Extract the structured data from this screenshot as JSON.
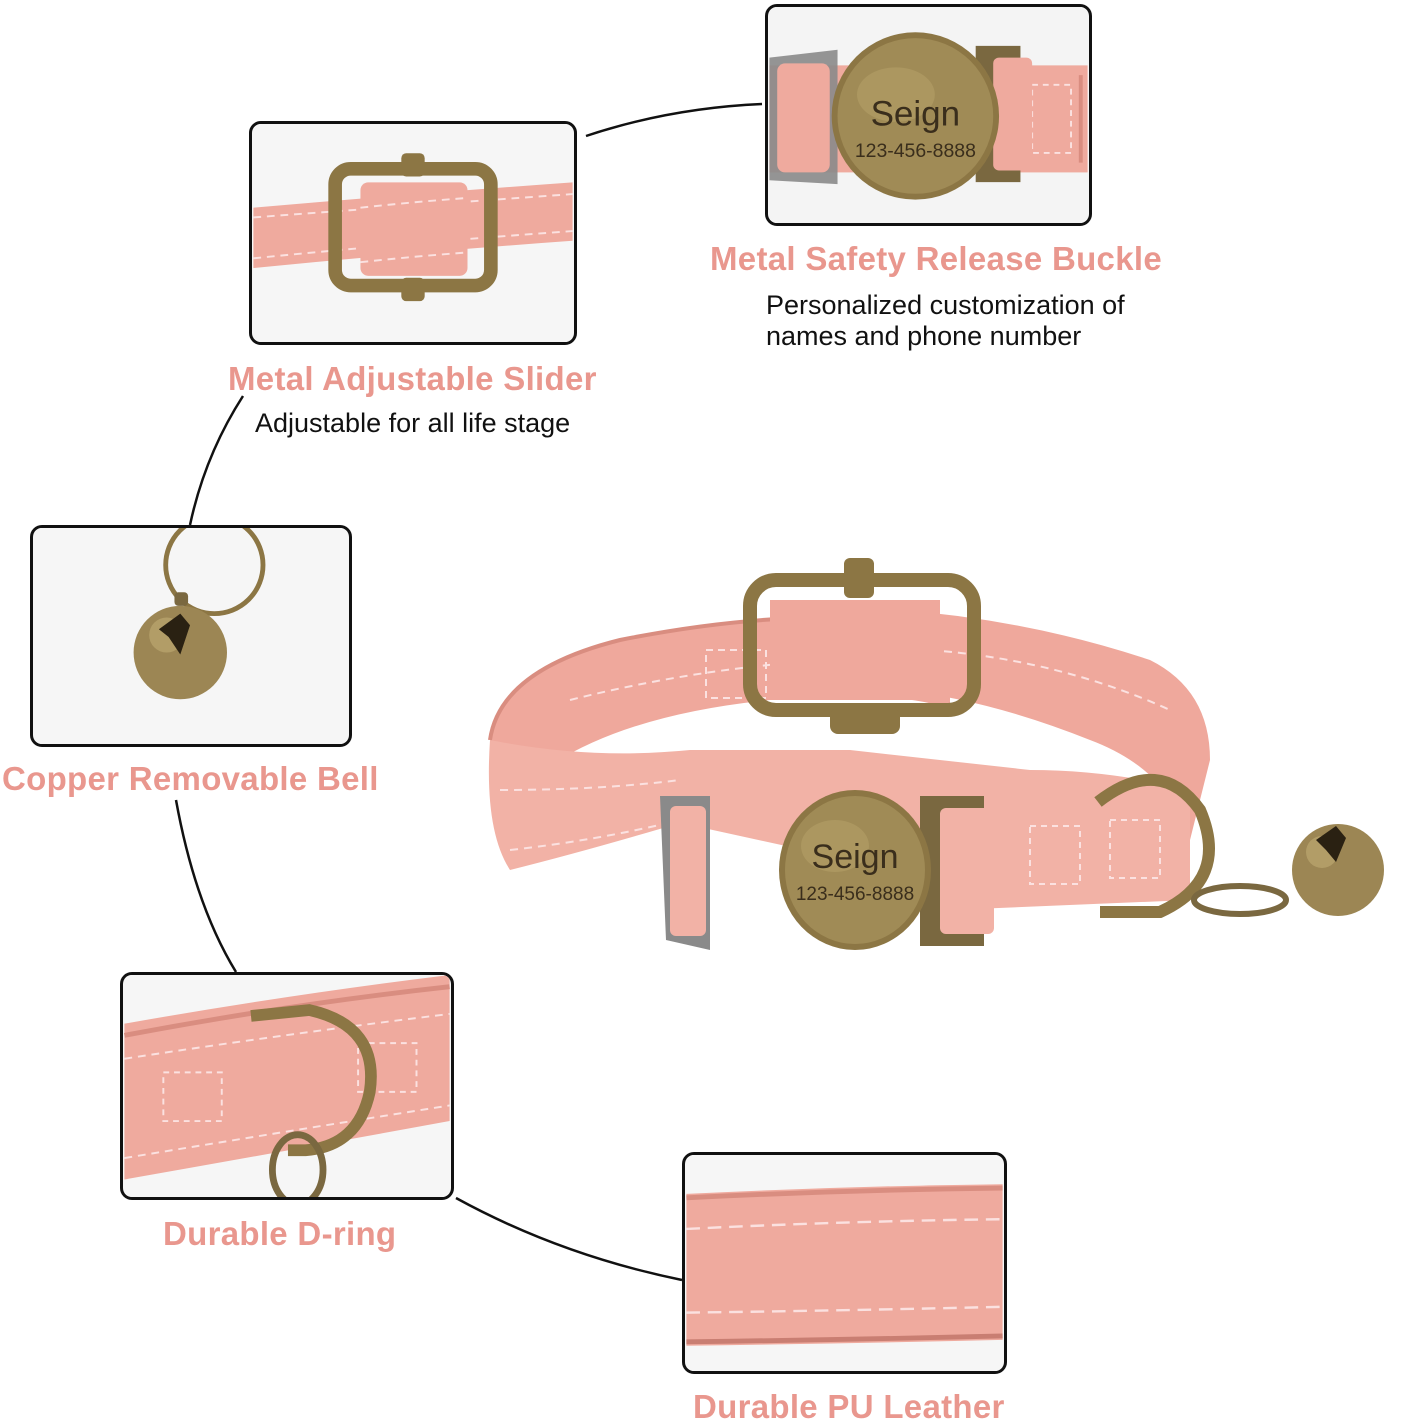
{
  "colors": {
    "accent": "#e9978e",
    "leather": "#f0b0a4",
    "stitch": "#fbe1e0",
    "brass": "#8c7644",
    "clip_gray": "#8a8a8a",
    "frame": "#111111"
  },
  "features": {
    "buckle": {
      "title": "Metal Safety Release Buckle",
      "desc_line1": "Personalized customization of",
      "desc_line2": "names and phone number"
    },
    "slider": {
      "title": "Metal Adjustable Slider",
      "desc": "Adjustable for all life stage"
    },
    "bell": {
      "title": "Copper Removable Bell"
    },
    "dring": {
      "title": "Durable D-ring"
    },
    "leather": {
      "title": "Durable PU Leather"
    }
  },
  "tag": {
    "name": "Seign",
    "phone": "123-456-8888"
  }
}
